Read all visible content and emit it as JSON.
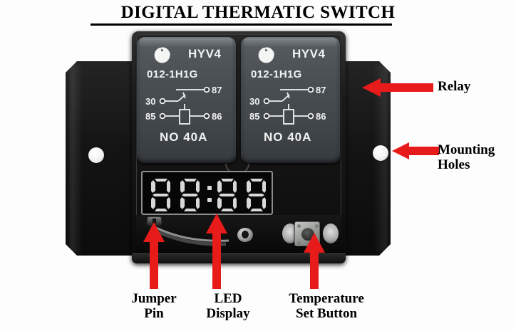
{
  "page": {
    "title": "DIGITAL THERMATIC SWITCH"
  },
  "device": {
    "relays": [
      {
        "brand": "HYV4",
        "part_number": "012-1H1G",
        "rating": "NO  40A",
        "terminals": {
          "t87": "87",
          "t30": "30",
          "t85": "85",
          "t86": "86"
        },
        "logo_icon": "relay-brand-swirl-icon"
      },
      {
        "brand": "HYV4",
        "part_number": "012-1H1G",
        "rating": "NO  40A",
        "terminals": {
          "t87": "87",
          "t30": "30",
          "t85": "85",
          "t86": "86"
        },
        "logo_icon": "relay-brand-swirl-icon"
      }
    ],
    "display": {
      "digits": [
        "8",
        "8",
        "8",
        "8"
      ],
      "separator": ":",
      "state": "unlit",
      "segment_color": "#d7d9d7",
      "background_color": "#070707"
    },
    "controls": {
      "jumper_pin": "jumper-pin",
      "tact_button": "temperature-set-button",
      "screw": "board-screw"
    },
    "mounting_holes": {
      "count": 2,
      "left": "left-mounting-hole",
      "right": "right-mounting-hole"
    }
  },
  "callouts": {
    "arrow_color": "#E81B1B",
    "right": [
      {
        "label": "Relay",
        "target": "relay",
        "direction": "left"
      },
      {
        "label": "Mounting\nHoles",
        "target": "mounting-holes",
        "direction": "left"
      }
    ],
    "bottom": [
      {
        "label": "Jumper\nPin",
        "target": "jumper-pin",
        "direction": "up"
      },
      {
        "label": "LED\nDisplay",
        "target": "led-display",
        "direction": "up"
      },
      {
        "label": "Temperature\nSet Button",
        "target": "temperature-set-button",
        "direction": "up"
      }
    ]
  }
}
